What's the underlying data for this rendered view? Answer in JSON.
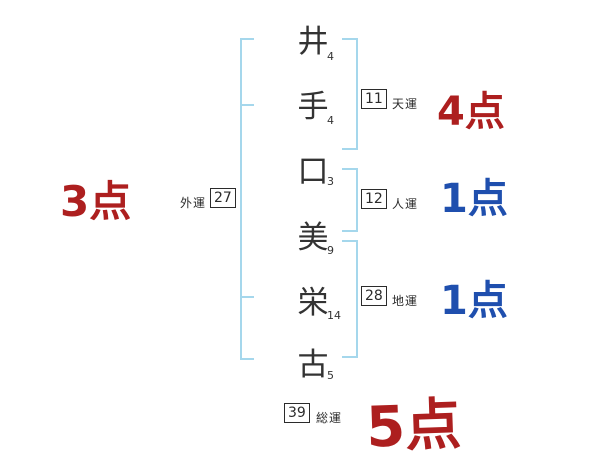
{
  "name_chars": [
    {
      "char": "井",
      "strokes": "4"
    },
    {
      "char": "手",
      "strokes": "4"
    },
    {
      "char": "口",
      "strokes": "3"
    },
    {
      "char": "美",
      "strokes": "9"
    },
    {
      "char": "栄",
      "strokes": "14"
    },
    {
      "char": "古",
      "strokes": "5"
    }
  ],
  "fortunes": {
    "tenun": {
      "value": "11",
      "label": "天運",
      "score": "4点"
    },
    "jinun": {
      "value": "12",
      "label": "人運",
      "score": "1点"
    },
    "chiun": {
      "value": "28",
      "label": "地運",
      "score": "1点"
    },
    "gaiun": {
      "value": "27",
      "label": "外運",
      "score": "3点"
    },
    "soun": {
      "value": "39",
      "label": "総運",
      "score": "5点"
    }
  },
  "colors": {
    "score_red": "#ad1f1f",
    "score_blue": "#1f4fae",
    "bracket": "#a5d7ec"
  }
}
